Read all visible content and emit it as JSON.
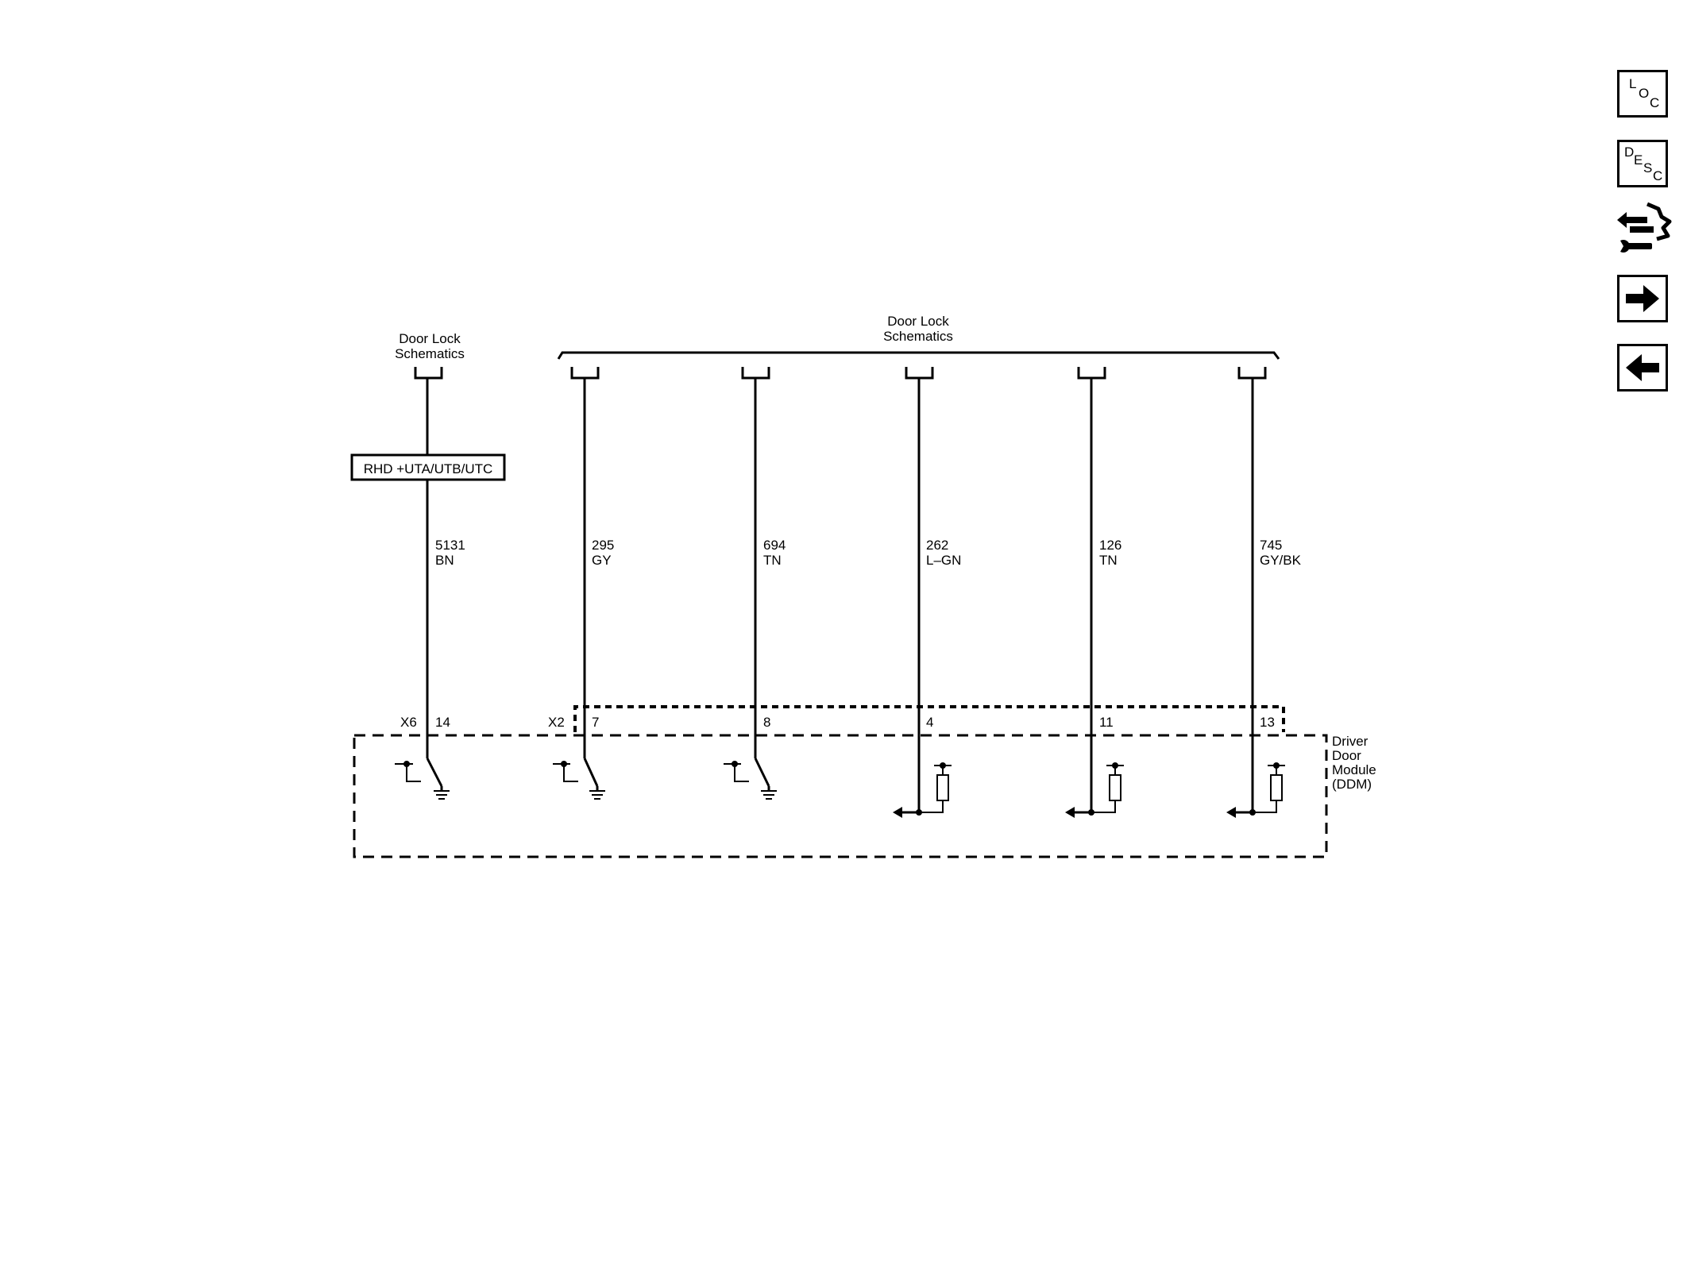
{
  "diagram": {
    "ref_left": {
      "line1": "Door Lock",
      "line2": "Schematics"
    },
    "ref_right": {
      "line1": "Door Lock",
      "line2": "Schematics"
    },
    "option_box": "RHD +UTA/UTB/UTC",
    "module": {
      "line1": "Driver",
      "line2": "Door",
      "line3": "Module",
      "line4": "(DDM)"
    },
    "connectors": {
      "x6": "X6",
      "x2": "X2"
    },
    "circuits": [
      {
        "circuit": "5131",
        "color": "BN",
        "pin": "14"
      },
      {
        "circuit": "295",
        "color": "GY",
        "pin": "7"
      },
      {
        "circuit": "694",
        "color": "TN",
        "pin": "8"
      },
      {
        "circuit": "262",
        "color": "L–GN",
        "pin": "4"
      },
      {
        "circuit": "126",
        "color": "TN",
        "pin": "11"
      },
      {
        "circuit": "745",
        "color": "GY/BK",
        "pin": "13"
      }
    ]
  },
  "nav": {
    "loc": {
      "icon": "loc-icon",
      "l": "L",
      "o": "O",
      "c": "C"
    },
    "desc": {
      "icon": "desc-icon",
      "d": "D",
      "e": "E",
      "s": "S",
      "c": "C"
    },
    "tools": {
      "icon": "connector-wrench-icon"
    },
    "next": {
      "icon": "arrow-right-icon"
    },
    "prev": {
      "icon": "arrow-left-icon"
    }
  }
}
